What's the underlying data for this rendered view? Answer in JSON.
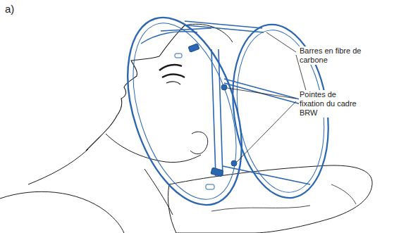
{
  "diagram": {
    "labels": [
      "a)",
      "Barres en fibre de carbone",
      "Pointes de fixation du cadre BRW"
    ]
  }
}
